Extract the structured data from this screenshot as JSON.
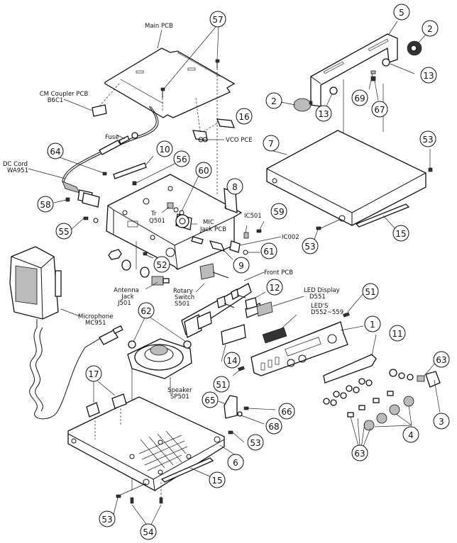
{
  "diagram": {
    "type": "exploded-parts-view",
    "subject": "CB transceiver with microphone, mounting bracket and chassis",
    "labels": {
      "main_pcb": "Main PCB",
      "cm_coupler_1": "CM Coupler PCB",
      "cm_coupler_2": "B6C1",
      "fuse": "Fuse",
      "dc_cord_1": "DC Cord",
      "dc_cord_2": "WA951",
      "vco_pcb": "VCO PCE",
      "tr_1": "Tr",
      "tr_2": "Q501",
      "mic_jack_1": "MIC",
      "mic_jack_2": "Jack PCB",
      "ic501": "IC501",
      "ic002": "IC002",
      "antenna_1": "Antenna",
      "antenna_2": "Jack",
      "antenna_3": "J501",
      "rotary_1": "Rotary",
      "rotary_2": "Switch",
      "rotary_3": "S501",
      "front_pcb": "Front PCB",
      "led_display_1": "LED Display",
      "led_display_2": "D551",
      "leds_1": "LED'S",
      "leds_2": "D552~559",
      "microphone_1": "Microphone",
      "microphone_2": "MC951",
      "speaker_1": "Speaker",
      "speaker_2": "SP501"
    },
    "callouts": {
      "c57": "57",
      "c5": "5",
      "c2a": "2",
      "c2b": "2",
      "c13a": "13",
      "c13b": "13",
      "c69": "69",
      "c67": "67",
      "c16": "16",
      "c7": "7",
      "c53a": "53",
      "c64": "64",
      "c10": "10",
      "c56": "56",
      "c60": "60",
      "c8": "8",
      "c58": "58",
      "c59": "59",
      "c55": "55",
      "c61": "61",
      "c53b": "53",
      "c15a": "15",
      "c52": "52",
      "c9": "9",
      "c12": "12",
      "c51a": "51",
      "c1": "1",
      "c11": "11",
      "c62": "62",
      "c14": "14",
      "c63a": "63",
      "c3": "3",
      "c17": "17",
      "c51b": "51",
      "c65": "65",
      "c66": "66",
      "c68": "68",
      "c4": "4",
      "c53c": "53",
      "c6": "6",
      "c15b": "15",
      "c63b": "63",
      "c53d": "53",
      "c54": "54"
    }
  }
}
